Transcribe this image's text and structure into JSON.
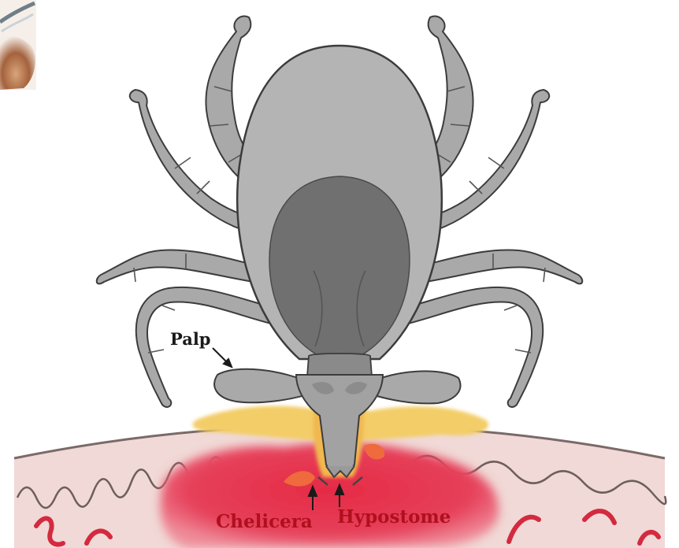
{
  "labels": {
    "palp": "Palp",
    "chelicera": "Chelicera",
    "hypostome": "Hypostome"
  },
  "colors": {
    "tick_body": "#b4b4b4",
    "tick_scutum": "#707070",
    "tick_outline": "#3c3c3c",
    "leg_fill": "#a9a9a9",
    "skin": "#f0d9d6",
    "blood": "#e3344d",
    "saliva": "#f3cd68",
    "label_dark": "#1a1a1a",
    "label_red": "#b0101e"
  },
  "icons": {
    "corner_photo": "tick-photo-thumbnail"
  }
}
